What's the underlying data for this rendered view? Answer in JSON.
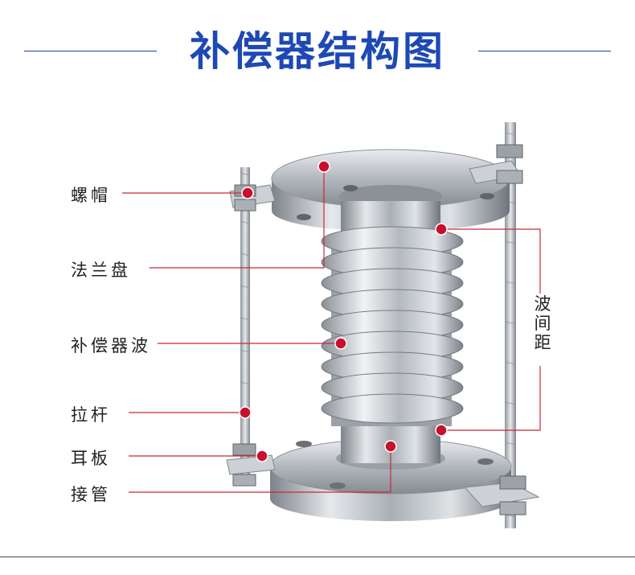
{
  "title": "补偿器结构图",
  "labels": {
    "nut": "螺帽",
    "flange": "法兰盘",
    "bellows": "补偿器波",
    "tie_rod": "拉杆",
    "lug_plate": "耳板",
    "connector_pipe": "接管",
    "wave_spacing": "波间距"
  },
  "colors": {
    "title": "#1e49b4",
    "callout_line": "#c8283a",
    "callout_dot": "#c8102e",
    "steel": "#b9bec4"
  }
}
